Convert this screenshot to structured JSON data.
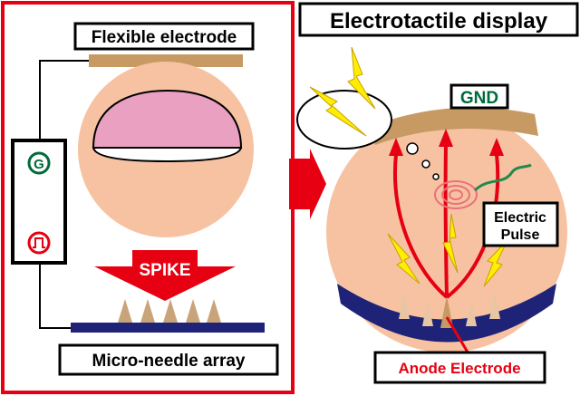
{
  "left_panel": {
    "top_label": "Flexible electrode",
    "bottom_label": "Micro-needle array",
    "spike_label": "SPIKE",
    "generator_symbol": "G",
    "pulse_icon": "square-wave-icon",
    "frame_color": "#e60012"
  },
  "right_panel": {
    "title": "Electrotactile display",
    "gnd_label": "GND",
    "pulse_label_line1": "Electric",
    "pulse_label_line2": "Pulse",
    "anode_label": "Anode Electrode",
    "anode_color": "#e60012",
    "gnd_color": "#006b3a"
  },
  "colors": {
    "skin": "#f7c2a2",
    "electrode_brown": "#c79a63",
    "navy": "#1e2378",
    "red": "#e60012",
    "lightning": "#ffee00",
    "pink": "#eaa0c0"
  }
}
